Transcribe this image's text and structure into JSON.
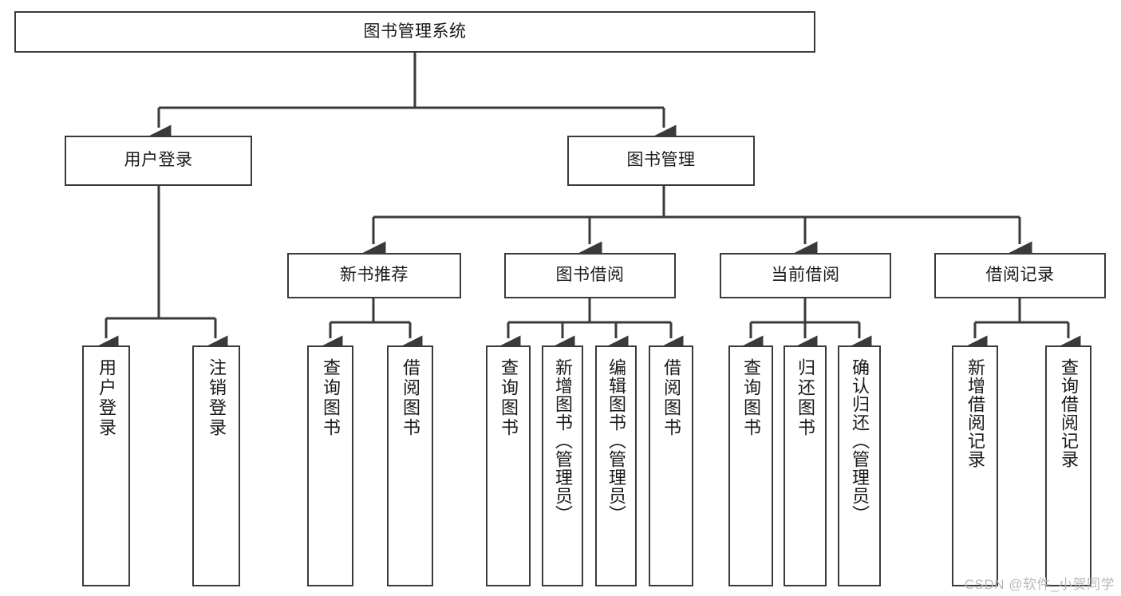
{
  "diagram": {
    "title": "图书管理系统",
    "type": "tree",
    "orientation": "top-down",
    "colors": {
      "background": "#ffffff",
      "box_border": "#3a3a3a",
      "box_fill": "#ffffff",
      "edge": "#3a3a3a",
      "text": "#1a1a1a",
      "watermark": "#b9b9b9"
    }
  },
  "root": {
    "label": "图书管理系统"
  },
  "level2": [
    {
      "id": "user-login",
      "label": "用户登录"
    },
    {
      "id": "book-manage",
      "label": "图书管理"
    }
  ],
  "level3": [
    {
      "id": "new-book-recommend",
      "label": "新书推荐",
      "parent": "book-manage"
    },
    {
      "id": "book-borrow",
      "label": "图书借阅",
      "parent": "book-manage"
    },
    {
      "id": "current-borrow",
      "label": "当前借阅",
      "parent": "book-manage"
    },
    {
      "id": "borrow-record",
      "label": "借阅记录",
      "parent": "book-manage"
    }
  ],
  "leaves": [
    {
      "id": "leaf-user-login",
      "label": "用户登录",
      "parent": "user-login"
    },
    {
      "id": "leaf-user-logout",
      "label": "注销登录",
      "parent": "user-login"
    },
    {
      "id": "leaf-query-book-rec",
      "label": "查询图书",
      "parent": "new-book-recommend"
    },
    {
      "id": "leaf-borrow-book-rec",
      "label": "借阅图书",
      "parent": "new-book-recommend"
    },
    {
      "id": "leaf-query-book-borrow",
      "label": "查询图书",
      "parent": "book-borrow"
    },
    {
      "id": "leaf-add-book",
      "label": "新增图书（管理员）",
      "parent": "book-borrow"
    },
    {
      "id": "leaf-edit-book",
      "label": "编辑图书（管理员）",
      "parent": "book-borrow"
    },
    {
      "id": "leaf-borrow-book",
      "label": "借阅图书",
      "parent": "book-borrow"
    },
    {
      "id": "leaf-query-book-cur",
      "label": "查询图书",
      "parent": "current-borrow"
    },
    {
      "id": "leaf-return-book",
      "label": "归还图书",
      "parent": "current-borrow"
    },
    {
      "id": "leaf-confirm-return",
      "label": "确认归还（管理员）",
      "parent": "current-borrow"
    },
    {
      "id": "leaf-add-record",
      "label": "新增借阅记录",
      "parent": "borrow-record"
    },
    {
      "id": "leaf-query-record",
      "label": "查询借阅记录",
      "parent": "borrow-record"
    }
  ],
  "watermark": {
    "text": "CSDN @软件_小贺同学"
  }
}
